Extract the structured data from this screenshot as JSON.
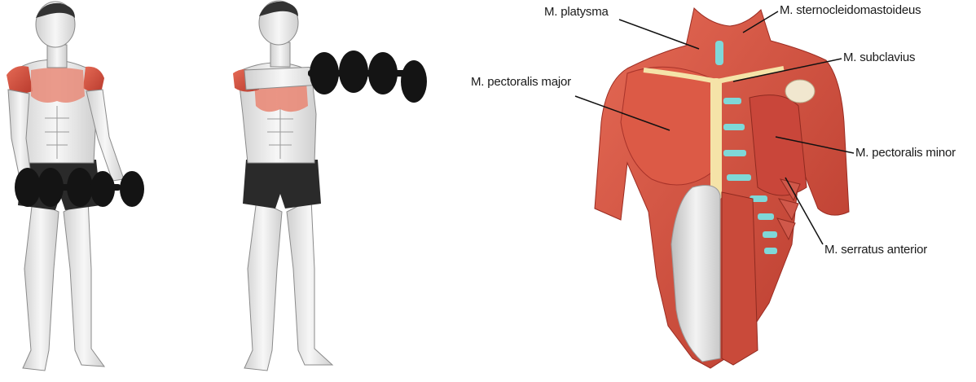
{
  "figure": {
    "panels": [
      {
        "name": "start-position",
        "highlight": "anterior-deltoid-pectoralis"
      },
      {
        "name": "end-position",
        "highlight": "anterior-deltoid-pectoralis"
      },
      {
        "name": "torso-anatomy"
      }
    ],
    "colors": {
      "muscle": "#d9503e",
      "muscle_dark": "#a8332a",
      "skin": "#f1f1f1",
      "outline": "#8a8a8a",
      "dumbbell": "#141414",
      "bone": "#f5e3a8",
      "cartilage": "#7fd8d8"
    }
  },
  "labels": {
    "platysma": "M. platysma",
    "sternocleidomastoideus": "M. sternocleidomastoideus",
    "subclavius": "M. subclavius",
    "pectoralis_major": "M. pectoralis major",
    "pectoralis_minor": "M. pectoralis minor",
    "serratus_anterior": "M. serratus anterior"
  }
}
